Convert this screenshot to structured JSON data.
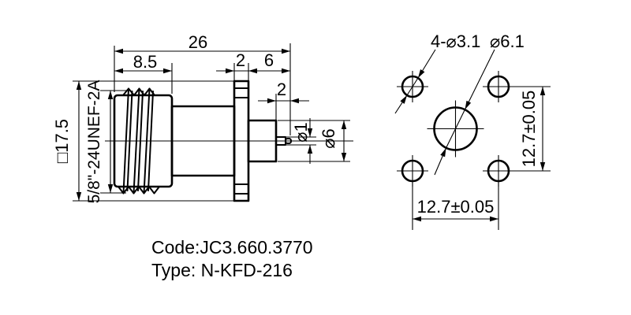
{
  "side_view": {
    "overall_length": "26",
    "thread_length": "8.5",
    "flange_thickness": "2",
    "rear_length": "6",
    "pin_length": "2",
    "flange_square": "□17.5",
    "thread_spec": "5/8\"-24UNEF-2A",
    "pin_diameter": "⌀1",
    "insulator_diameter": "⌀6"
  },
  "face_view": {
    "mounting_holes": "4-⌀3.1",
    "center_hole": "⌀6.1",
    "hole_spacing_horizontal": "12.7±0.05",
    "hole_spacing_vertical": "12.7±0.05"
  },
  "notes": {
    "code": "Code:JC3.660.3770",
    "type": "Type: N-KFD-216"
  },
  "colors": {
    "line": "#000000",
    "background": "#ffffff"
  }
}
